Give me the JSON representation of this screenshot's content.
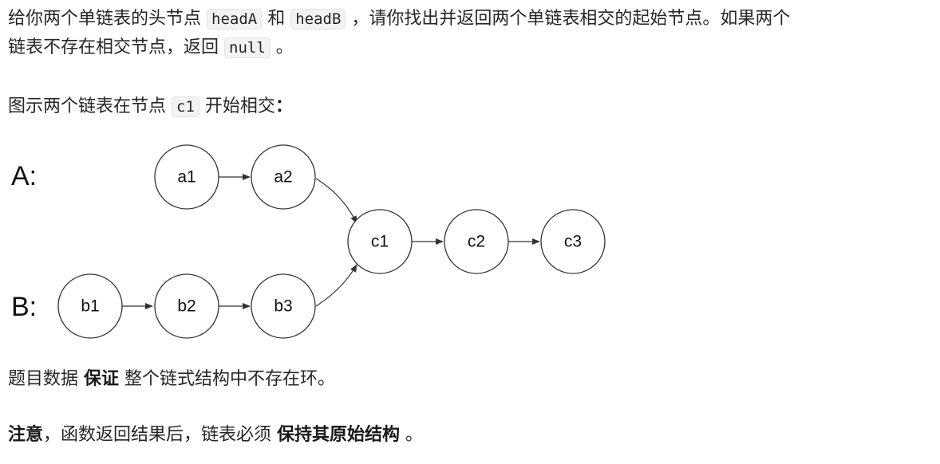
{
  "intro": {
    "part1": "给你两个单链表的头节点 ",
    "code1": "headA",
    "part2": " 和 ",
    "code2": "headB",
    "part3": " ，请你找出并返回两个单链表相交的起始节点。如果两个",
    "part4": "链表不存在相交节点，返回 ",
    "code3": "null",
    "part5": " 。"
  },
  "figure_caption": {
    "part1": "图示两个链表在节点 ",
    "code": "c1",
    "part2": " 开始相交",
    "colon": "："
  },
  "diagram": {
    "label_a": "A:",
    "label_b": "B:",
    "nodes": {
      "a1": "a1",
      "a2": "a2",
      "b1": "b1",
      "b2": "b2",
      "b3": "b3",
      "c1": "c1",
      "c2": "c2",
      "c3": "c3"
    }
  },
  "note1": {
    "part1": "题目数据 ",
    "bold": "保证",
    "part2": " 整个链式结构中不存在环。"
  },
  "note2": {
    "bold1": "注意",
    "part1": "，函数返回结果后，链表必须 ",
    "bold2": "保持其原始结构",
    "part2": " 。"
  }
}
